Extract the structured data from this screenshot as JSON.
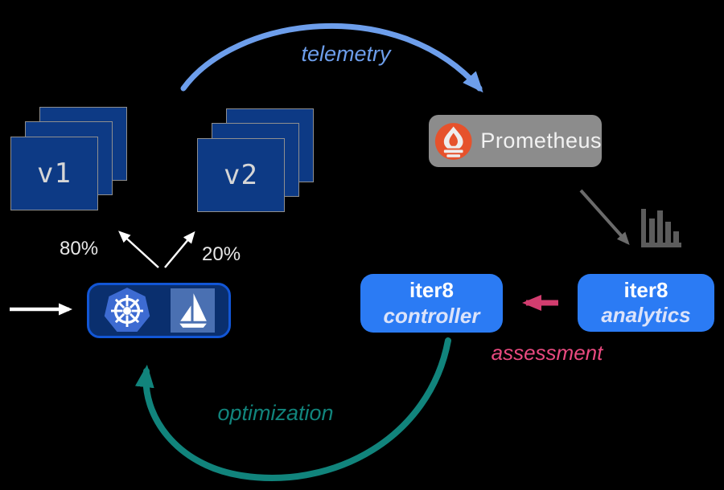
{
  "colors": {
    "background": "#000000",
    "version_square": "#0d3a85",
    "version_square_border": "#8f8f8f",
    "version_text": "#d6d6d6",
    "split_text": "#e8e8e8",
    "telemetry_blue": "#6d9eeb",
    "prometheus_gray": "#8c8c8c",
    "prometheus_orange": "#e6522c",
    "prometheus_text": "#f2f2f2",
    "metrics_gray": "#6b6b6b",
    "bar_icon_gray": "#5c5c5c",
    "iter8_blue": "#2b7bf4",
    "iter8_text": "#ffffff",
    "iter8_text_italic": "#dbe3fa",
    "assessment_arrow": "#d23d6f",
    "assessment_text": "#ea4a80",
    "optimization_teal": "#11847c",
    "white": "#ffffff",
    "k8s_box_fill": "#0a2f6e",
    "k8s_box_border": "#1256d6",
    "kubernetes_blue": "#3d6bd2",
    "istio_blue": "#4a70b2"
  },
  "versions": {
    "v1": {
      "label": "v1",
      "traffic": "80%"
    },
    "v2": {
      "label": "v2",
      "traffic": "20%"
    }
  },
  "nodes": {
    "prometheus": {
      "label": "Prometheus"
    },
    "controller": {
      "line1": "iter8",
      "line2": "controller"
    },
    "analytics": {
      "line1": "iter8",
      "line2": "analytics"
    }
  },
  "flows": {
    "telemetry": {
      "label": "telemetry"
    },
    "assessment": {
      "label": "assessment"
    },
    "optimization": {
      "label": "optimization"
    }
  },
  "icons": {
    "kubernetes": "kubernetes-helm-wheel-icon",
    "istio": "istio-sail-icon",
    "prometheus": "prometheus-flame-icon",
    "metrics": "bar-chart-icon"
  }
}
